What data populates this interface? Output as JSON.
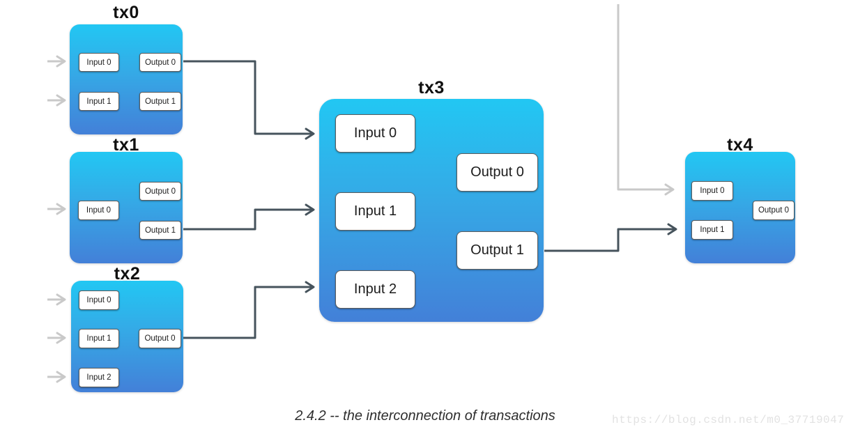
{
  "caption": "2.4.2 -- the interconnection of transactions",
  "watermark": "https://blog.csdn.net/m0_37719047",
  "colors": {
    "box_gradient_top": "#22c7f3",
    "box_gradient_bottom": "#4380d8",
    "connector_dark": "#46535c",
    "connector_light": "#c9c9c9",
    "chip_border": "#5c5c5c",
    "caption_text": "#2e2e2e",
    "watermark_text": "#e2e2e2"
  },
  "transactions": [
    {
      "id": "tx0",
      "label": "tx0",
      "inputs": [
        "Input 0",
        "Input 1"
      ],
      "outputs": [
        "Output 0",
        "Output 1"
      ]
    },
    {
      "id": "tx1",
      "label": "tx1",
      "inputs": [
        "Input 0"
      ],
      "outputs": [
        "Output 0",
        "Output 1"
      ]
    },
    {
      "id": "tx2",
      "label": "tx2",
      "inputs": [
        "Input 0",
        "Input 1",
        "Input 2"
      ],
      "outputs": [
        "Output 0"
      ]
    },
    {
      "id": "tx3",
      "label": "tx3",
      "inputs": [
        "Input 0",
        "Input 1",
        "Input 2"
      ],
      "outputs": [
        "Output 0",
        "Output 1"
      ]
    },
    {
      "id": "tx4",
      "label": "tx4",
      "inputs": [
        "Input 0",
        "Input 1"
      ],
      "outputs": [
        "Output 0"
      ]
    }
  ],
  "connections": [
    {
      "from": "tx0.output0",
      "to": "tx3.input0",
      "style": "dark"
    },
    {
      "from": "tx1.output1",
      "to": "tx3.input1",
      "style": "dark"
    },
    {
      "from": "tx2.output0",
      "to": "tx3.input2",
      "style": "dark"
    },
    {
      "from": "tx3.output1",
      "to": "tx4.input1",
      "style": "dark"
    },
    {
      "from": "offscreen-top",
      "to": "tx4.input0",
      "style": "light"
    },
    {
      "from": "offscreen-left",
      "to": "tx0.input0",
      "style": "light"
    },
    {
      "from": "offscreen-left",
      "to": "tx0.input1",
      "style": "light"
    },
    {
      "from": "offscreen-left",
      "to": "tx1.input0",
      "style": "light"
    },
    {
      "from": "offscreen-left",
      "to": "tx2.input0",
      "style": "light"
    },
    {
      "from": "offscreen-left",
      "to": "tx2.input1",
      "style": "light"
    },
    {
      "from": "offscreen-left",
      "to": "tx2.input2",
      "style": "light"
    }
  ]
}
